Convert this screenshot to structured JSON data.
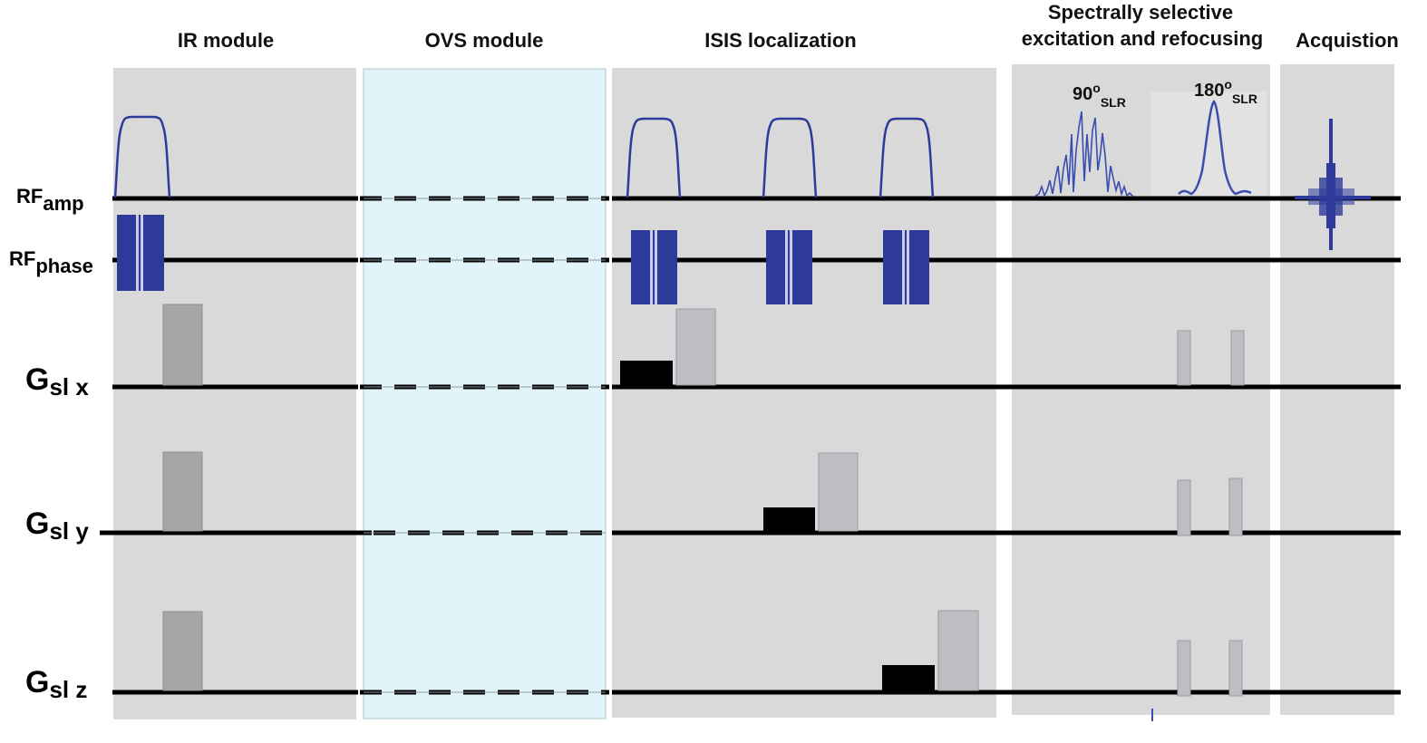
{
  "modules": {
    "ir": "IR module",
    "ovs": "OVS module",
    "isis": "ISIS localization",
    "spectral_line1": "Spectrally selective",
    "spectral_line2": "excitation and refocusing",
    "acq": "Acquistion"
  },
  "rows": {
    "rf_amp": {
      "main": "RF",
      "sub": "amp"
    },
    "rf_phase": {
      "main": "RF",
      "sub": "phase"
    },
    "gx": {
      "main": "G",
      "sub": "sl x"
    },
    "gy": {
      "main": "G",
      "sub": "sl y"
    },
    "gz": {
      "main": "G",
      "sub": "sl z"
    }
  },
  "pulses": {
    "p90": {
      "value": "90",
      "sup": "o",
      "sub": "SLR"
    },
    "p180": {
      "value": "180",
      "sup": "o",
      "sub": "SLR"
    }
  },
  "colors": {
    "panel": "#d9d9d9",
    "ovs_panel": "#e1f4fa",
    "rf_pulse": "#2e3a9a",
    "axis": "#000000",
    "gradient_gray": "#a6a6a9",
    "gradient_light": "#bdbdc4",
    "gradient_black": "#000000"
  }
}
